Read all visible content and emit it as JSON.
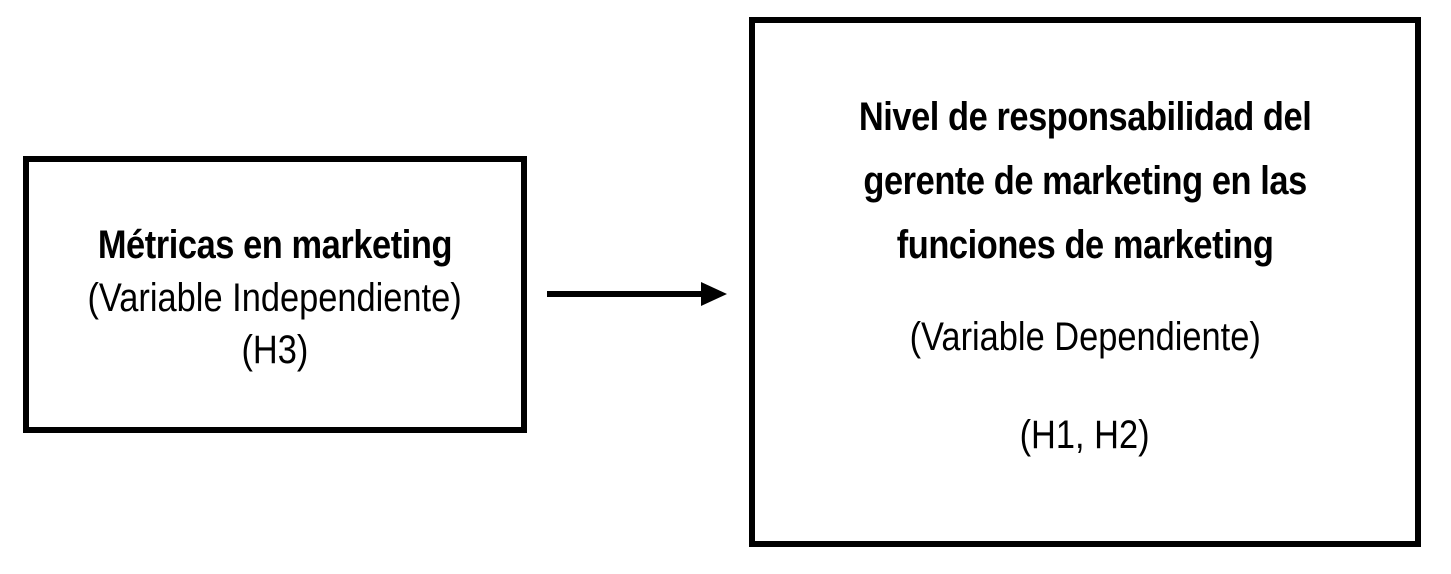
{
  "diagram": {
    "independent_box": {
      "title": "Métricas en marketing",
      "variable_label": "(Variable Independiente)",
      "hypothesis_label": "(H3)"
    },
    "dependent_box": {
      "title_lines": [
        "Nivel de responsabilidad del",
        "gerente de marketing en las",
        "funciones de marketing"
      ],
      "variable_label": "(Variable Dependiente)",
      "hypothesis_label": "(H1, H2)"
    },
    "colors": {
      "stroke": "#000000",
      "background": "#ffffff"
    }
  }
}
